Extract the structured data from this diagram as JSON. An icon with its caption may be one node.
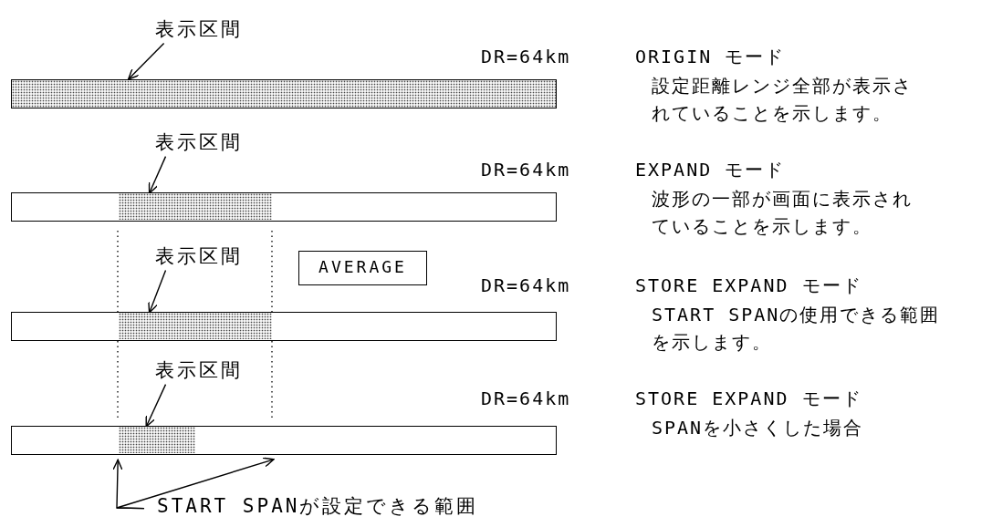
{
  "diagram": {
    "nodes": [
      {
        "text": [
          "表示区間"
        ]
      },
      {
        "text": [],
        "shape": "bar"
      },
      {
        "text": [
          "表示区間"
        ]
      },
      {
        "text": [],
        "shape": "bar"
      },
      {
        "text": [],
        "shape": "bar",
        "in": 3
      },
      {
        "text": [
          "表示区間"
        ]
      },
      {
        "text": [
          "AVERAGE"
        ]
      },
      {
        "text": [],
        "shape": "bar"
      },
      {
        "text": [],
        "shape": "bar",
        "in": 7
      },
      {
        "text": [
          "表示区間"
        ]
      },
      {
        "text": [],
        "shape": "bar"
      },
      {
        "text": [],
        "shape": "bar",
        "in": 10
      },
      {
        "text": [
          "START SPANが設定できる範囲"
        ]
      }
    ],
    "edges": [
      {
        "from": 0,
        "to": 1,
        "arrow": "to"
      },
      {
        "from": 2,
        "to": 4,
        "arrow": "to"
      },
      {
        "from": 5,
        "to": 8,
        "arrow": "to"
      },
      {
        "from": 9,
        "to": 11,
        "arrow": "to"
      },
      {
        "from": 12,
        "to": 11,
        "arrow": "to"
      },
      {
        "from": 12,
        "to": 10,
        "arrow": "to"
      }
    ],
    "labels": [
      "DR=64km",
      "ORIGIN モード",
      "設定距離レンジ全部が表示されていることを示します。",
      "DR=64km",
      "EXPAND モード",
      "波形の一部が画面に表示されていることを示します。",
      "DR=64km",
      "STORE EXPAND モード",
      "START SPANの使用できる範囲を示します。",
      "DR=64km",
      "STORE EXPAND モード",
      "SPANを小さくした場合"
    ]
  }
}
